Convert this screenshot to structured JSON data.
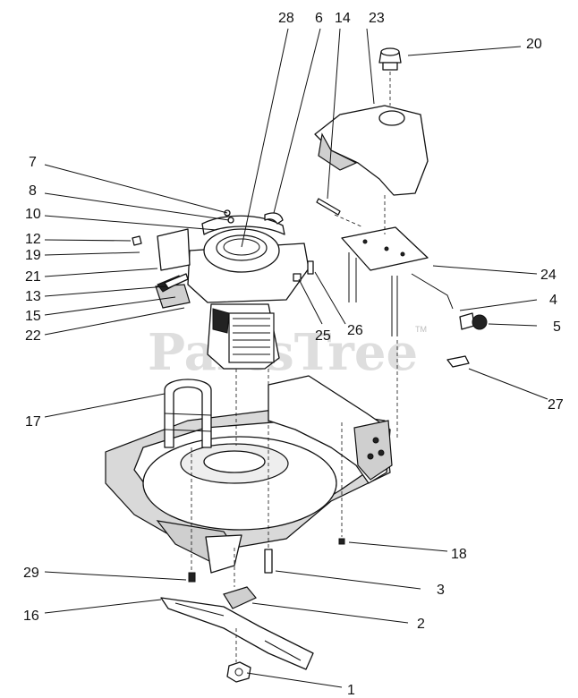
{
  "watermark": {
    "text": "PartsTree",
    "tm": "TM"
  },
  "callouts": [
    "28",
    "6",
    "14",
    "23",
    "20",
    "7",
    "8",
    "10",
    "12",
    "19",
    "21",
    "13",
    "15",
    "22",
    "24",
    "4",
    "5",
    "25",
    "26",
    "27",
    "17",
    "18",
    "29",
    "3",
    "16",
    "2",
    "1"
  ]
}
